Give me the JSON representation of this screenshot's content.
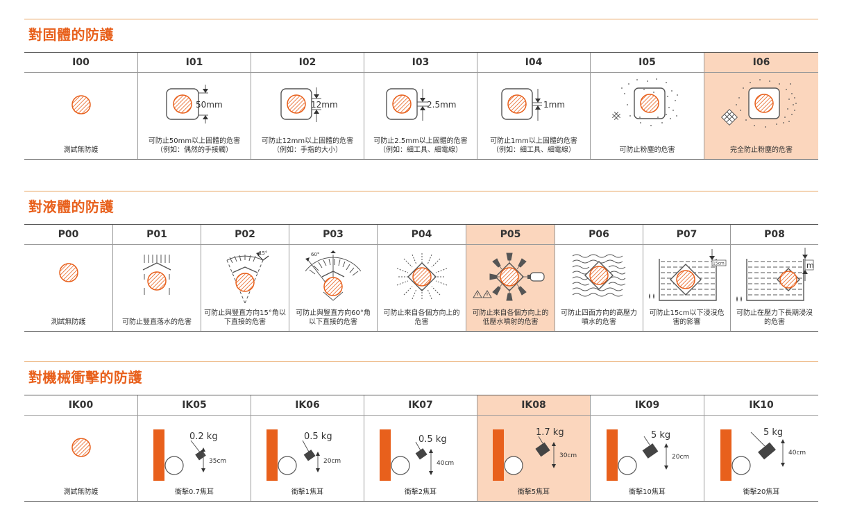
{
  "colors": {
    "accent": "#e8601c",
    "highlight": "#fbd6bd",
    "rule": "#e8a25e",
    "hatch": "#e8601c"
  },
  "solids": {
    "title": "對固體的防護",
    "cols": [
      {
        "code": "I00",
        "desc": "測試無防護",
        "label": ""
      },
      {
        "code": "I01",
        "desc": "可防止50mm以上固體的危害\n（例如：偶然的手接觸）",
        "label": "50mm"
      },
      {
        "code": "I02",
        "desc": "可防止12mm以上固體的危害\n（例如：手指的大小）",
        "label": "12mm"
      },
      {
        "code": "I03",
        "desc": "可防止2.5mm以上固體的危害\n（例如：細工具、細電線）",
        "label": "2.5mm"
      },
      {
        "code": "I04",
        "desc": "可防止1mm以上固體的危害\n（例如：細工具、細電線）",
        "label": "1mm"
      },
      {
        "code": "I05",
        "desc": "可防止粉塵的危害",
        "label": ""
      },
      {
        "code": "I06",
        "desc": "完全防止粉塵的危害",
        "label": ""
      }
    ]
  },
  "liquids": {
    "title": "對液體的防護",
    "cols": [
      {
        "code": "P00",
        "desc": "測試無防護",
        "label": ""
      },
      {
        "code": "P01",
        "desc": "可防止豎直落水的危害",
        "label": ""
      },
      {
        "code": "P02",
        "desc": "可防止與豎直方向15°角以\n下直接的危害",
        "label": "15°"
      },
      {
        "code": "P03",
        "desc": "可防止與豎直方向60°角\n以下直接的危害",
        "label": "60°"
      },
      {
        "code": "P04",
        "desc": "可防止來自各個方向上的\n危害",
        "label": ""
      },
      {
        "code": "P05",
        "desc": "可防止來自各個方向上的\n低壓水噴射的危害",
        "label": ""
      },
      {
        "code": "P06",
        "desc": "可防止四面方向的高壓力\n噴水的危害",
        "label": ""
      },
      {
        "code": "P07",
        "desc": "可防止15cm以下浸沒危\n害的影響",
        "label": "15cm"
      },
      {
        "code": "P08",
        "desc": "可防止在壓力下長期浸沒\n的危害",
        "label": "m"
      }
    ]
  },
  "impact": {
    "title": "對機械衝擊的防護",
    "cols": [
      {
        "code": "IK00",
        "desc": "測試無防護",
        "weight": "",
        "height": ""
      },
      {
        "code": "IK05",
        "desc": "衝擊0.7焦耳",
        "weight": "0.2 kg",
        "height": "35cm"
      },
      {
        "code": "IK06",
        "desc": "衝擊1焦耳",
        "weight": "0.5 kg",
        "height": "20cm"
      },
      {
        "code": "IK07",
        "desc": "衝擊2焦耳",
        "weight": "0.5 kg",
        "height": "40cm"
      },
      {
        "code": "IK08",
        "desc": "衝擊5焦耳",
        "weight": "1.7 kg",
        "height": "30cm"
      },
      {
        "code": "IK09",
        "desc": "衝擊10焦耳",
        "weight": "5 kg",
        "height": "20cm"
      },
      {
        "code": "IK10",
        "desc": "衝擊20焦耳",
        "weight": "5 kg",
        "height": "40cm"
      }
    ]
  }
}
